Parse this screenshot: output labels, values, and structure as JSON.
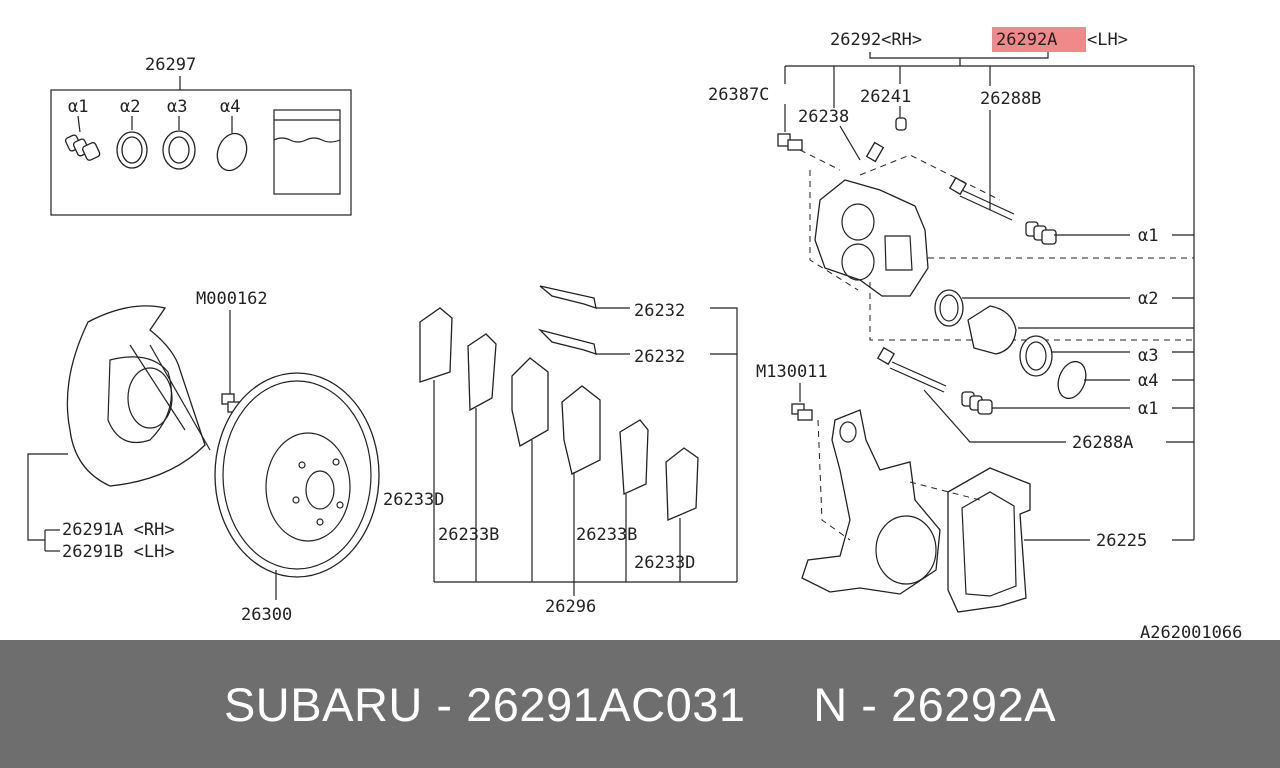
{
  "diagram": {
    "highlight_color": "#f08a8a",
    "labels": {
      "kit": "26297",
      "a1": "α1",
      "a2": "α2",
      "a3": "α3",
      "a4": "α4",
      "m000162": "M000162",
      "rh_shield": "26291A <RH>",
      "lh_shield": "26291B <LH>",
      "rotor": "26300",
      "clip1": "26232",
      "clip2": "26232",
      "shim_d1": "26233D",
      "shim_b1": "26233B",
      "shim_b2": "26233B",
      "shim_d2": "26233D",
      "pad_kit": "26296",
      "caliper_rh": "26292<RH>",
      "caliper_lh_code": "26292A",
      "caliper_lh_side": "<LH>",
      "bleeder_cap": "26241",
      "bleeder": "26238",
      "bolt_c": "26387C",
      "pin_b": "26288B",
      "r_a1_top": "α1",
      "r_a2": "α2",
      "r_a3": "α3",
      "r_a4": "α4",
      "r_a1_bottom": "α1",
      "pin_a": "26288A",
      "m130011": "M130011",
      "bracket": "26225",
      "ref": "A262001066"
    }
  },
  "footer": {
    "text": "SUBARU - 26291AC031     N - 26292A"
  }
}
